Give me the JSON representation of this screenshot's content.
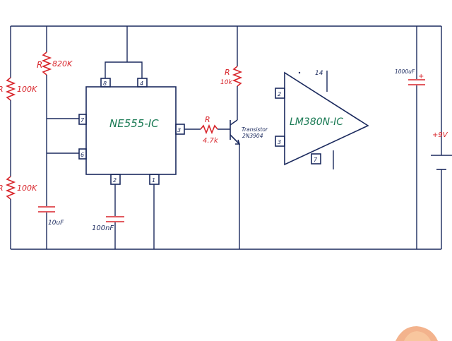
{
  "labels": {
    "r_top_left": "R",
    "r_top_left_value": "100K",
    "r_bottom_left": "R",
    "r_bottom_left_value": "100K",
    "r_upper": "R",
    "r_upper_value": "820K",
    "cap_left_value": "10uF",
    "cap_timing_value": "100nF",
    "ic1_name": "NE555-IC",
    "ic1_pin8": "8",
    "ic1_pin4": "4",
    "ic1_pin7": "7",
    "ic1_pin6": "6",
    "ic1_pin3": "3",
    "ic1_pin2": "2",
    "ic1_pin1": "1",
    "r_base": "R",
    "r_base_value": "4.7k",
    "r_collector": "R",
    "r_collector_value": "10k",
    "transistor_name": "Transistor",
    "transistor_part": "2N3904",
    "ic2_name": "LM380N-IC",
    "ic2_pin14": "14",
    "ic2_pin2": "2",
    "ic2_pin3": "3",
    "ic2_pin7": "7",
    "cap_supply_value": "1000uF",
    "cap_supply_plus": "+",
    "supply_voltage": "+9V"
  },
  "colors": {
    "wire": "#1b2a5e",
    "ink_red": "#d8242a",
    "ink_green": "#1a7a54",
    "blob": "#f0a070"
  }
}
